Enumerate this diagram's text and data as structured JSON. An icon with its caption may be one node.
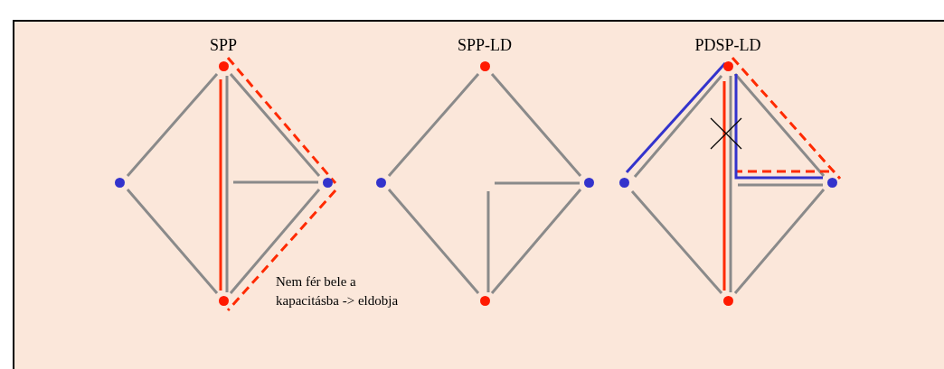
{
  "diagram": {
    "nodes": [
      {
        "text": [],
        "shape": "circle"
      },
      {
        "text": [],
        "shape": "circle"
      },
      {
        "text": [],
        "shape": "circle"
      },
      {
        "text": [],
        "shape": "circle"
      },
      {
        "text": [],
        "shape": "circle"
      },
      {
        "text": [],
        "shape": "circle"
      },
      {
        "text": [],
        "shape": "circle"
      },
      {
        "text": [],
        "shape": "circle"
      },
      {
        "text": [],
        "shape": "circle"
      },
      {
        "text": [],
        "shape": "circle"
      },
      {
        "text": [],
        "shape": "circle"
      },
      {
        "text": [],
        "shape": "circle"
      }
    ],
    "edges": [
      {
        "from": 0,
        "to": 1,
        "arrow": "none"
      },
      {
        "from": 0,
        "to": 2,
        "arrow": "none"
      },
      {
        "from": 1,
        "to": 3,
        "arrow": "none"
      },
      {
        "from": 2,
        "to": 3,
        "arrow": "none"
      },
      {
        "from": 0,
        "to": 3,
        "arrow": "none"
      },
      {
        "from": 2,
        "to": null,
        "arrow": "none"
      },
      {
        "from": 0,
        "to": 3,
        "arrow": "none",
        "color": "#ff2a00"
      },
      {
        "from": 0,
        "to": 2,
        "arrow": "none",
        "style": "dashed",
        "color": "#ff2a00"
      },
      {
        "from": 2,
        "to": 3,
        "arrow": "none",
        "style": "dashed",
        "color": "#ff2a00"
      },
      {
        "from": 4,
        "to": 5,
        "arrow": "none"
      },
      {
        "from": 4,
        "to": 6,
        "arrow": "none"
      },
      {
        "from": 5,
        "to": 7,
        "arrow": "none"
      },
      {
        "from": 6,
        "to": 7,
        "arrow": "none"
      },
      {
        "from": 6,
        "to": null,
        "arrow": "none"
      },
      {
        "from": 7,
        "to": null,
        "arrow": "none"
      },
      {
        "from": 8,
        "to": 9,
        "arrow": "none"
      },
      {
        "from": 8,
        "to": 10,
        "arrow": "none"
      },
      {
        "from": 9,
        "to": 11,
        "arrow": "none"
      },
      {
        "from": 10,
        "to": 11,
        "arrow": "none"
      },
      {
        "from": 8,
        "to": 11,
        "arrow": "none"
      },
      {
        "from": 10,
        "to": null,
        "arrow": "none"
      },
      {
        "from": 8,
        "to": 11,
        "arrow": "none",
        "color": "#ff2a00"
      },
      {
        "from": 8,
        "to": 10,
        "arrow": "none",
        "style": "dashed",
        "color": "#ff2a00"
      },
      {
        "from": 10,
        "to": null,
        "arrow": "none",
        "style": "dashed",
        "color": "#ff2a00"
      },
      {
        "from": 8,
        "to": 9,
        "arrow": "none",
        "color": "#3333cc"
      },
      {
        "from": 8,
        "to": 10,
        "arrow": "none",
        "color": "#3333cc"
      }
    ],
    "labels": [
      "SPP",
      "SPP-LD",
      "PDSP-LD",
      "Nem fér bele a kapacitásba -> eldobja"
    ]
  }
}
